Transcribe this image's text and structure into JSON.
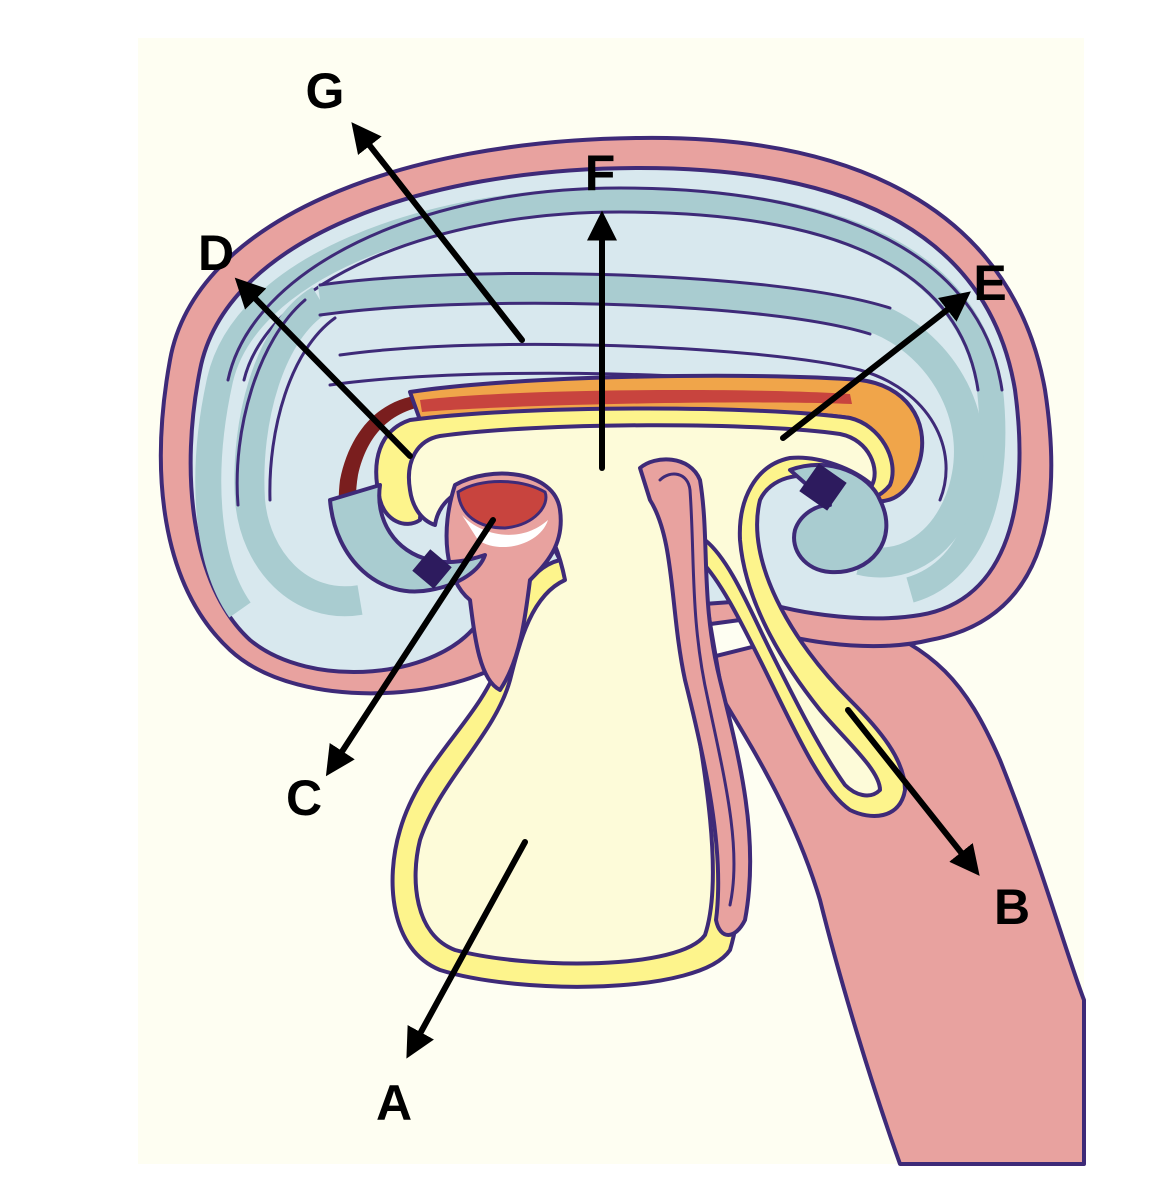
{
  "figure": {
    "background": "#fefef2",
    "colors": {
      "ectoderm_pink": "#e8a29f",
      "amnion_blue": "#d8e8ee",
      "mesoderm_teal": "#a9ccd0",
      "endoderm_yellow": "#fdf48c",
      "cavity_cream": "#fdfbd9",
      "orange_layer": "#f0a54a",
      "dark_red": "#7a1e1e",
      "red_layer": "#c8443e",
      "purple_block": "#2d1b5e",
      "outline": "#3e2a78"
    },
    "labels": {
      "a": "A",
      "b": "B",
      "c": "C",
      "d": "D",
      "e": "E",
      "f": "F",
      "g": "G"
    }
  }
}
